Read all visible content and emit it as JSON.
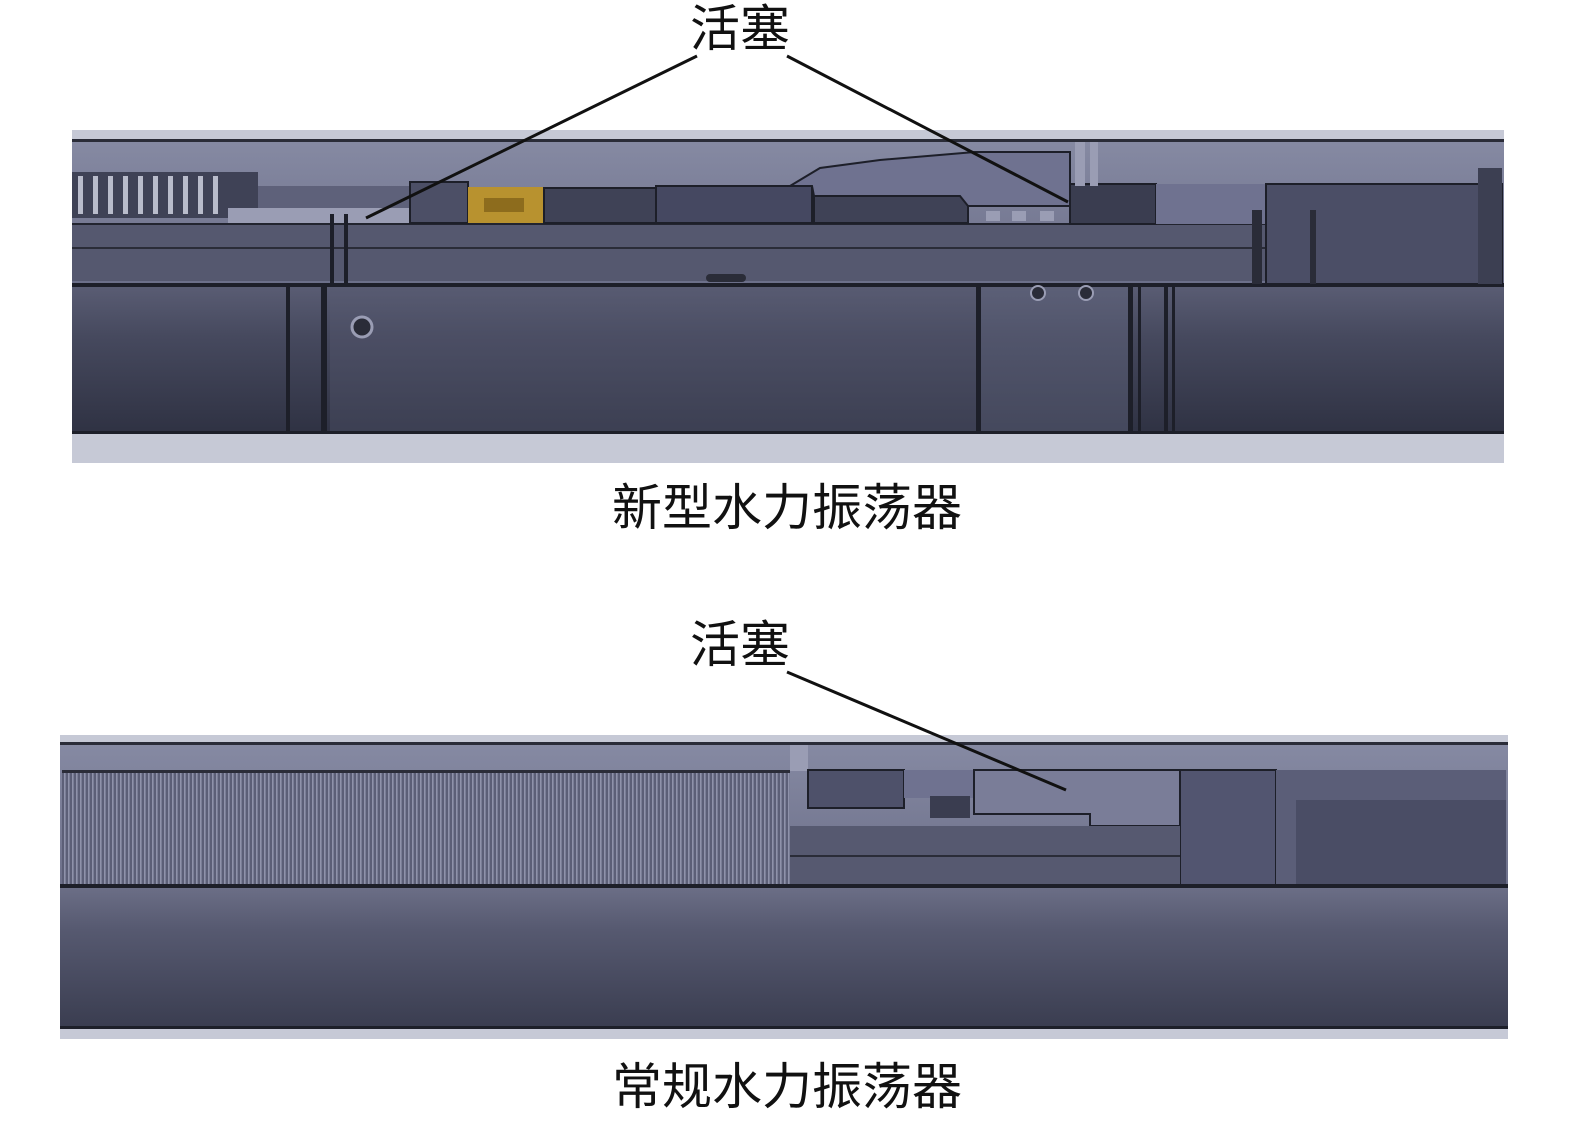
{
  "diagrams": [
    {
      "caption": "新型水力振荡器",
      "callouts": [
        {
          "label": "活塞",
          "pointer_count": 2
        }
      ]
    },
    {
      "caption": "常规水力振荡器",
      "callouts": [
        {
          "label": "活塞",
          "pointer_count": 1
        }
      ]
    }
  ],
  "colors": {
    "body_dark": "#3b3e52",
    "body_mid": "#4a4d63",
    "upper_light": "#7d809b",
    "outline": "#1d1f29",
    "highlight": "#c9ccd8",
    "brass_part": "#b8922f"
  }
}
